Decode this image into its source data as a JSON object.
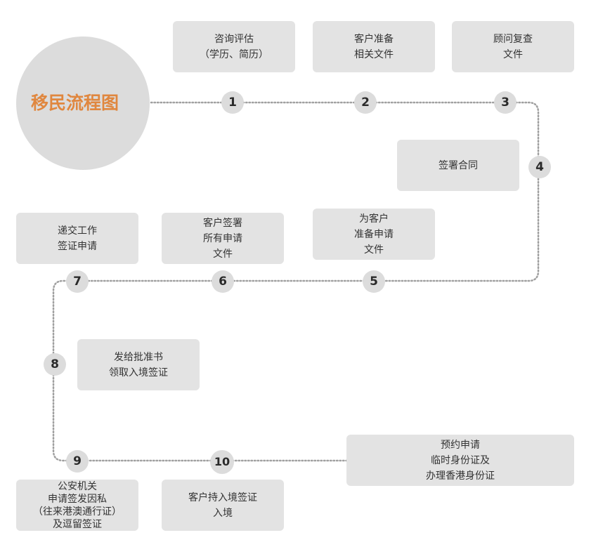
{
  "title": "移民流程图",
  "steps": [
    {
      "num": "1",
      "lines": [
        "咨询评估",
        "（学历、简历）"
      ]
    },
    {
      "num": "2",
      "lines": [
        "客户准备",
        "相关文件"
      ]
    },
    {
      "num": "3",
      "lines": [
        "顾问复查",
        "文件"
      ]
    },
    {
      "num": "4",
      "lines": [
        "签署合同"
      ]
    },
    {
      "num": "5",
      "lines": [
        "为客户",
        "准备申请",
        "文件"
      ]
    },
    {
      "num": "6",
      "lines": [
        "客户签署",
        "所有申请",
        "文件"
      ]
    },
    {
      "num": "7",
      "lines": [
        "递交工作",
        "签证申请"
      ]
    },
    {
      "num": "8",
      "lines": [
        "发给批准书",
        "领取入境签证"
      ]
    },
    {
      "num": "9",
      "lines": [
        "公安机关",
        "申请签发因私",
        "（往来港澳通行证）",
        "及逗留签证"
      ]
    },
    {
      "num": "10",
      "lines": [
        "客户持入境签证",
        "入境"
      ]
    },
    {
      "num": "",
      "lines": [
        "预约申请",
        "临时身份证及",
        "办理香港身份证"
      ]
    }
  ],
  "colors": {
    "title": "#e0873f",
    "box": "#e3e3e3",
    "circle": "#dcdcdc",
    "line": "#999999"
  }
}
